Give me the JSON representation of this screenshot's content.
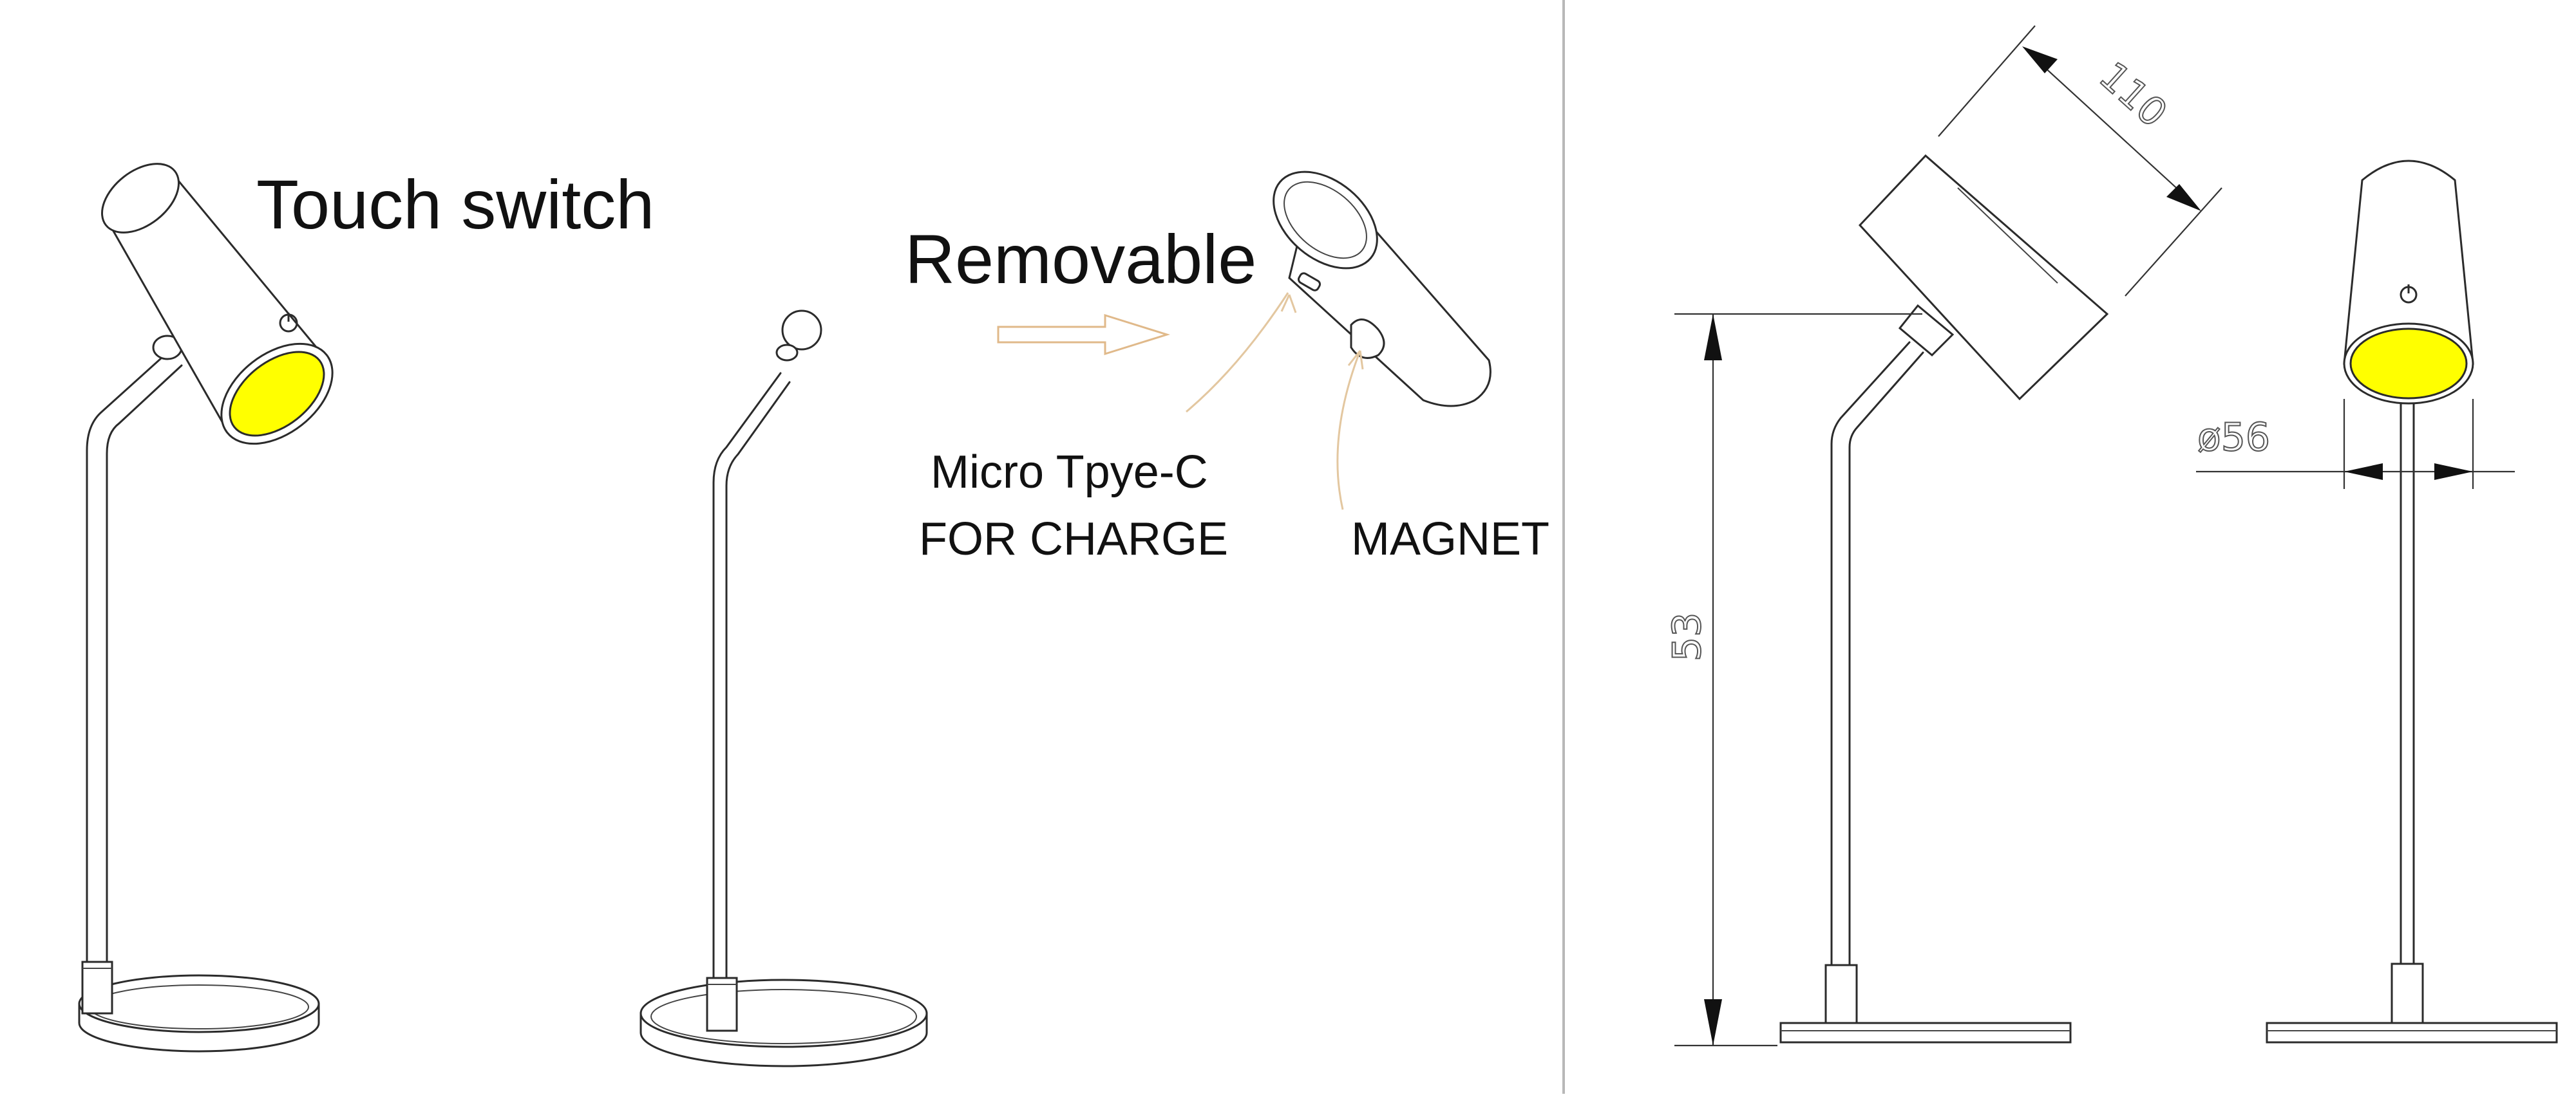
{
  "labels": {
    "touch_switch": "Touch switch",
    "removable": "Removable",
    "charge_line1": "Micro Tpye-C",
    "charge_line2": "FOR CHARGE",
    "magnet": "MAGNET"
  },
  "dimensions": {
    "head_length": "110",
    "height": "53",
    "diameter": "ø56"
  },
  "colors": {
    "lens": "#ffff00",
    "line": "#2b2b2b",
    "leader": "#e3c7a0",
    "divider": "#b8b8b8"
  }
}
